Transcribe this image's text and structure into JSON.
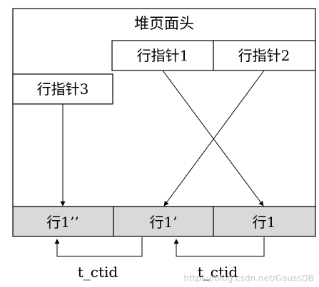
{
  "header": {
    "title": "堆页面头"
  },
  "pointers": [
    "行指针1",
    "行指针2",
    "行指针3"
  ],
  "rows": [
    "行1’’",
    "行1’",
    "行1"
  ],
  "ctid_labels": [
    "t_ctid",
    "t_ctid"
  ],
  "watermark": "https://blog.csdn.net/GaussDB",
  "colors": {
    "row_fill": "#d9d9d9",
    "stroke": "#000000",
    "watermark": "#c8c8c8"
  }
}
